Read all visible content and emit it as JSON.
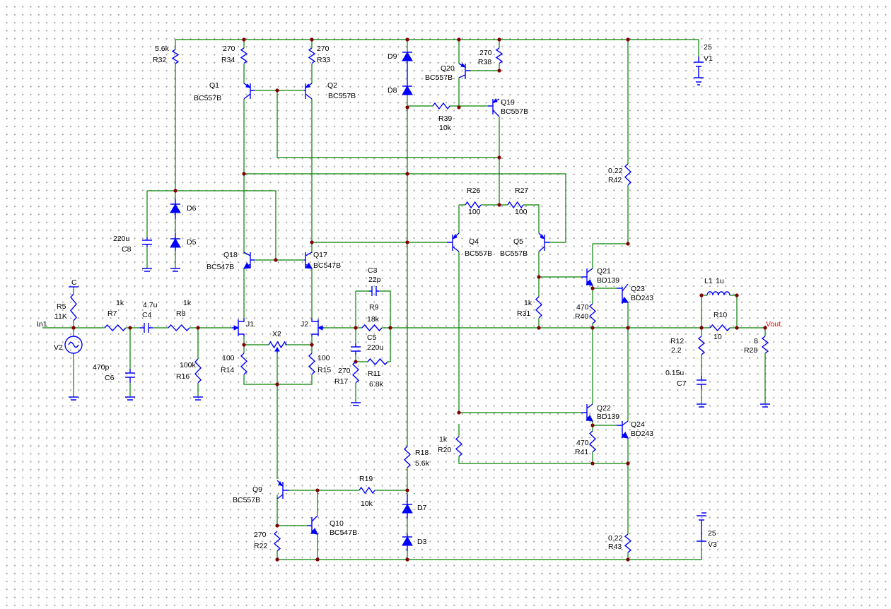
{
  "power": {
    "v1": {
      "ref": "V1",
      "value": "25"
    },
    "v3": {
      "ref": "V3",
      "value": "25"
    },
    "v2": {
      "ref": "V2"
    }
  },
  "nets": {
    "in1": "In1",
    "vout": "Vout"
  },
  "resistors": {
    "r5": {
      "ref": "R5",
      "value": "11K",
      "extra": "C"
    },
    "r7": {
      "ref": "R7",
      "value": "1k"
    },
    "r8": {
      "ref": "R8",
      "value": "1k"
    },
    "r16": {
      "ref": "R16",
      "value": "100k"
    },
    "r32": {
      "ref": "R32",
      "value": "5.6k"
    },
    "r34": {
      "ref": "R34",
      "value": "270"
    },
    "r33": {
      "ref": "R33",
      "value": "270"
    },
    "r14": {
      "ref": "R14",
      "value": "100"
    },
    "r15": {
      "ref": "R15",
      "value": "100"
    },
    "r9": {
      "ref": "R9",
      "value": "18k"
    },
    "r11": {
      "ref": "R11",
      "value": "6.8k"
    },
    "r17": {
      "ref": "R17",
      "value": "270"
    },
    "r38": {
      "ref": "R38",
      "value": "270"
    },
    "r39": {
      "ref": "R39",
      "value": "10k"
    },
    "r26": {
      "ref": "R26",
      "value": "100"
    },
    "r27": {
      "ref": "R27",
      "value": "100"
    },
    "r31": {
      "ref": "R31",
      "value": "1k"
    },
    "r40": {
      "ref": "R40",
      "value": "470"
    },
    "r41": {
      "ref": "R41",
      "value": "470"
    },
    "r42": {
      "ref": "R42",
      "value": "0.22"
    },
    "r43": {
      "ref": "R43",
      "value": "0.22"
    },
    "r20": {
      "ref": "R20",
      "value": "1k"
    },
    "r18": {
      "ref": "R18",
      "value": "5.6k"
    },
    "r19": {
      "ref": "R19",
      "value": "10k"
    },
    "r22": {
      "ref": "R22",
      "value": "270"
    },
    "r12": {
      "ref": "R12",
      "value": "2.2"
    },
    "r10": {
      "ref": "R10",
      "value": "10"
    },
    "r28": {
      "ref": "R28",
      "value": "8"
    }
  },
  "capacitors": {
    "c6": {
      "ref": "C6",
      "value": "470p"
    },
    "c4": {
      "ref": "C4",
      "value": "4.7u"
    },
    "c8": {
      "ref": "C8",
      "value": "220u"
    },
    "c3": {
      "ref": "C3",
      "value": "22p"
    },
    "c5": {
      "ref": "C5",
      "value": "220u"
    },
    "c7": {
      "ref": "C7",
      "value": "0.15u"
    }
  },
  "inductors": {
    "l1": {
      "ref": "L1",
      "value": "1u"
    }
  },
  "diodes": {
    "d9": "D9",
    "d8": "D8",
    "d6": "D6",
    "d5": "D5",
    "d7": "D7",
    "d3": "D3"
  },
  "transistors": {
    "q1": {
      "ref": "Q1",
      "model": "BC557B"
    },
    "q2": {
      "ref": "Q2",
      "model": "BC557B"
    },
    "q20": {
      "ref": "Q20",
      "model": "BC557B"
    },
    "q19": {
      "ref": "Q19",
      "model": "BC557B"
    },
    "q18": {
      "ref": "Q18",
      "model": "BC547B"
    },
    "q17": {
      "ref": "Q17",
      "model": "BC547B"
    },
    "q4": {
      "ref": "Q4",
      "model": "BC557B"
    },
    "q5": {
      "ref": "Q5",
      "model": "BC557B"
    },
    "q21": {
      "ref": "Q21",
      "model": "BD139"
    },
    "q23": {
      "ref": "Q23",
      "model": "BD243"
    },
    "q22": {
      "ref": "Q22",
      "model": "BD139"
    },
    "q24": {
      "ref": "Q24",
      "model": "BD243"
    },
    "q9": {
      "ref": "Q9",
      "model": "BC557B"
    },
    "q10": {
      "ref": "Q10",
      "model": "BC547B"
    }
  },
  "jfets": {
    "j1": "J1",
    "j2": "J2"
  },
  "pot": {
    "x2": "X2"
  },
  "colors": {
    "wire": "#008000",
    "component": "#0000ff",
    "junction": "#800000",
    "net_label": "#ff0000"
  }
}
